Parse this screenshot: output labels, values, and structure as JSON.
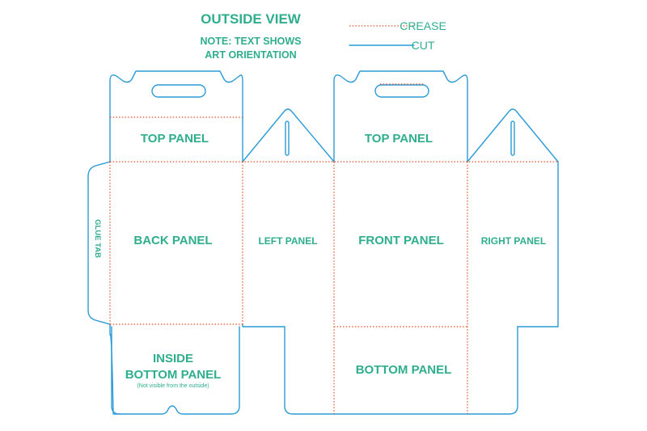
{
  "header": {
    "title": "OUTSIDE VIEW",
    "note_line1": "NOTE: TEXT SHOWS",
    "note_line2": "ART ORIENTATION"
  },
  "legend": {
    "crease_label": "CREASE",
    "cut_label": "CUT",
    "crease_color": "#e0502a",
    "cut_color": "#2a9bd6"
  },
  "panels": {
    "top_back": "TOP PANEL",
    "top_front": "TOP PANEL",
    "back": "BACK PANEL",
    "left": "LEFT PANEL",
    "front": "FRONT PANEL",
    "right": "RIGHT PANEL",
    "glue_tab": "GLUE TAB",
    "inside_bottom_line1": "INSIDE",
    "inside_bottom_line2": "BOTTOM PANEL",
    "inside_bottom_note": "(Not visible from the outside)",
    "bottom": "BOTTOM PANEL"
  },
  "colors": {
    "label": "#2fae8e"
  }
}
